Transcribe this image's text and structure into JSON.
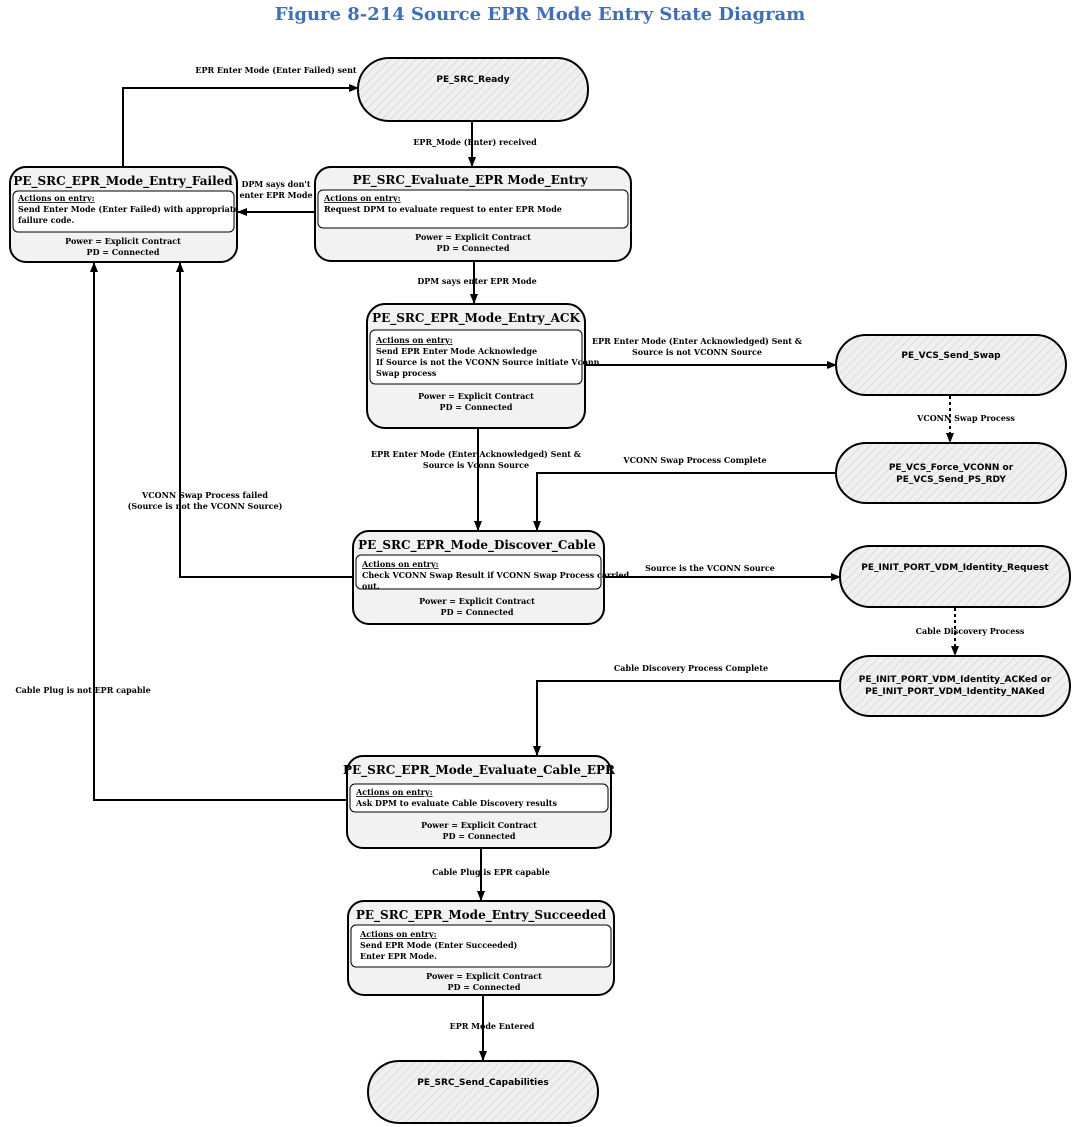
{
  "figure_title": "Figure 8-214 Source EPR Mode Entry State Diagram",
  "actions_header": "Actions on entry:",
  "states": {
    "ready": {
      "title": "PE_SRC_Ready"
    },
    "failed": {
      "title": "PE_SRC_EPR_Mode_Entry_Failed",
      "actions": [
        "Send Enter Mode (Enter Failed) with appropriate",
        "failure code."
      ],
      "power": "Power = Explicit Contract",
      "pd": "PD = Connected"
    },
    "evaluate": {
      "title": "PE_SRC_Evaluate_EPR Mode_Entry",
      "actions": [
        "Request DPM to evaluate request to enter EPR Mode"
      ],
      "power": "Power = Explicit Contract",
      "pd": "PD = Connected"
    },
    "ack": {
      "title": "PE_SRC_EPR_Mode_Entry_ACK",
      "actions": [
        "Send EPR Enter Mode Acknowledge",
        "If Source is not the VCONN Source initiate Vconn",
        "Swap process"
      ],
      "power": "Power = Explicit Contract",
      "pd": "PD = Connected"
    },
    "vcs_send_swap": {
      "title": "PE_VCS_Send_Swap"
    },
    "vcs_force": {
      "title_lines": [
        "PE_VCS_Force_VCONN or",
        "PE_VCS_Send_PS_RDY"
      ]
    },
    "discover_cable": {
      "title": "PE_SRC_EPR_Mode_Discover_Cable",
      "actions": [
        "Check VCONN Swap Result if VCONN Swap Process carried",
        "out."
      ],
      "power": "Power = Explicit Contract",
      "pd": "PD = Connected"
    },
    "init_port_req": {
      "title": "PE_INIT_PORT_VDM_Identity_Request"
    },
    "init_port_acked": {
      "title_lines": [
        "PE_INIT_PORT_VDM_Identity_ACKed or",
        "PE_INIT_PORT_VDM_Identity_NAKed"
      ]
    },
    "evaluate_cable": {
      "title": "PE_SRC_EPR_Mode_Evaluate_Cable_EPR",
      "actions": [
        "Ask DPM to evaluate Cable Discovery results"
      ],
      "power": "Power = Explicit Contract",
      "pd": "PD = Connected"
    },
    "succeeded": {
      "title": "PE_SRC_EPR_Mode_Entry_Succeeded",
      "actions": [
        "Send EPR Mode (Enter Succeeded)",
        "Enter EPR Mode."
      ],
      "power": "Power = Explicit Contract",
      "pd": "PD = Connected"
    },
    "send_caps": {
      "title": "PE_SRC_Send_Capabilities"
    }
  },
  "transitions": {
    "enter_failed_sent": "EPR Enter Mode (Enter Failed) sent",
    "mode_enter_received": "EPR_Mode (Enter) received",
    "dpm_dont_enter": [
      "DPM says don't",
      "enter EPR Mode"
    ],
    "dpm_enter": "DPM says enter EPR Mode",
    "ack_not_vconn": [
      "EPR Enter Mode (Enter Acknowledged) Sent &",
      "Source is not VCONN Source"
    ],
    "vconn_swap_process": "VCONN Swap Process",
    "ack_is_vconn": [
      "EPR Enter Mode (Enter Acknowledged) Sent &",
      "Source is Vconn Source"
    ],
    "vconn_swap_complete": "VCONN Swap Process Complete",
    "vconn_swap_failed": [
      "VCONN Swap Process failed",
      "(Source is not the VCONN Source)"
    ],
    "source_is_vconn": "Source is the VCONN Source",
    "cable_discovery_process": "Cable Discovery Process",
    "cable_discovery_complete": "Cable Discovery Process Complete",
    "cable_not_epr": "Cable Plug is not EPR capable",
    "cable_is_epr": "Cable Plug is EPR capable",
    "epr_mode_entered": "EPR Mode Entered"
  }
}
